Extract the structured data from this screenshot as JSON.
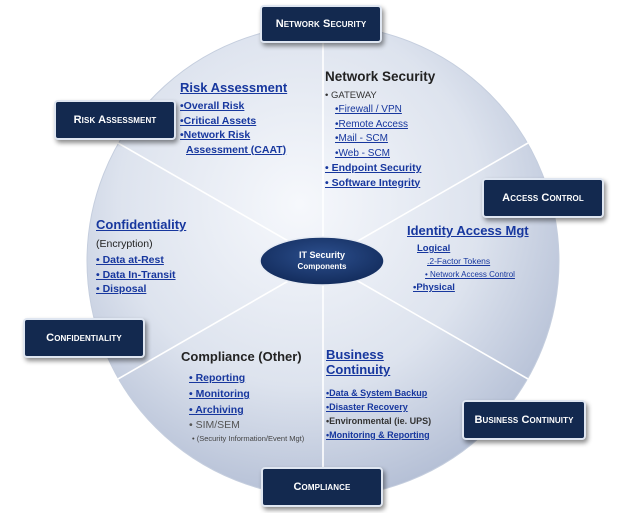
{
  "center": {
    "line1": "IT Security",
    "line2": "Components"
  },
  "boxes": {
    "network_security": "Network Security",
    "risk_assessment": "Risk Assessment",
    "access_control": "Access Control",
    "confidentiality": "Confidentiality",
    "business_continuity": "Business Continuity",
    "compliance": "Compliance"
  },
  "risk": {
    "title": "Risk Assessment",
    "items": [
      "•Overall Risk",
      "•Critical Assets",
      "•Network Risk",
      "Assessment (CAAT)"
    ]
  },
  "network": {
    "title": "Network Security",
    "gateway": "• GATEWAY",
    "gateway_items": [
      "•Firewall / VPN",
      "•Remote Access",
      "•Mail - SCM",
      "•Web - SCM"
    ],
    "items": [
      "• Endpoint Security",
      "• Software Integrity"
    ]
  },
  "confidentiality": {
    "title": "Confidentiality",
    "sub": "(Encryption)",
    "items": [
      "• Data at-Rest",
      "• Data In-Transit",
      "• Disposal"
    ]
  },
  "identity": {
    "title": "Identity Access Mgt",
    "logical": "Logical",
    "logical_items": [
      ".2-Factor Tokens",
      "• Network Access Control"
    ],
    "physical": "•Physical"
  },
  "compliance": {
    "title": "Compliance (Other)",
    "items": [
      "• Reporting",
      "• Monitoring",
      "• Archiving"
    ],
    "sim": "• SIM/SEM",
    "sim_note": "• (Security Information/Event Mgt)"
  },
  "continuity": {
    "title_line1": "Business",
    "title_line2": "Continuity",
    "items": [
      "•Data & System Backup",
      "•Disaster Recovery",
      "•Environmental (ie. UPS)",
      "•Monitoring & Reporting"
    ]
  },
  "colors": {
    "box": "#13294f",
    "link": "#17379e",
    "wheel_light": "#f3f6fb",
    "wheel_dark": "#b7c2d8"
  }
}
